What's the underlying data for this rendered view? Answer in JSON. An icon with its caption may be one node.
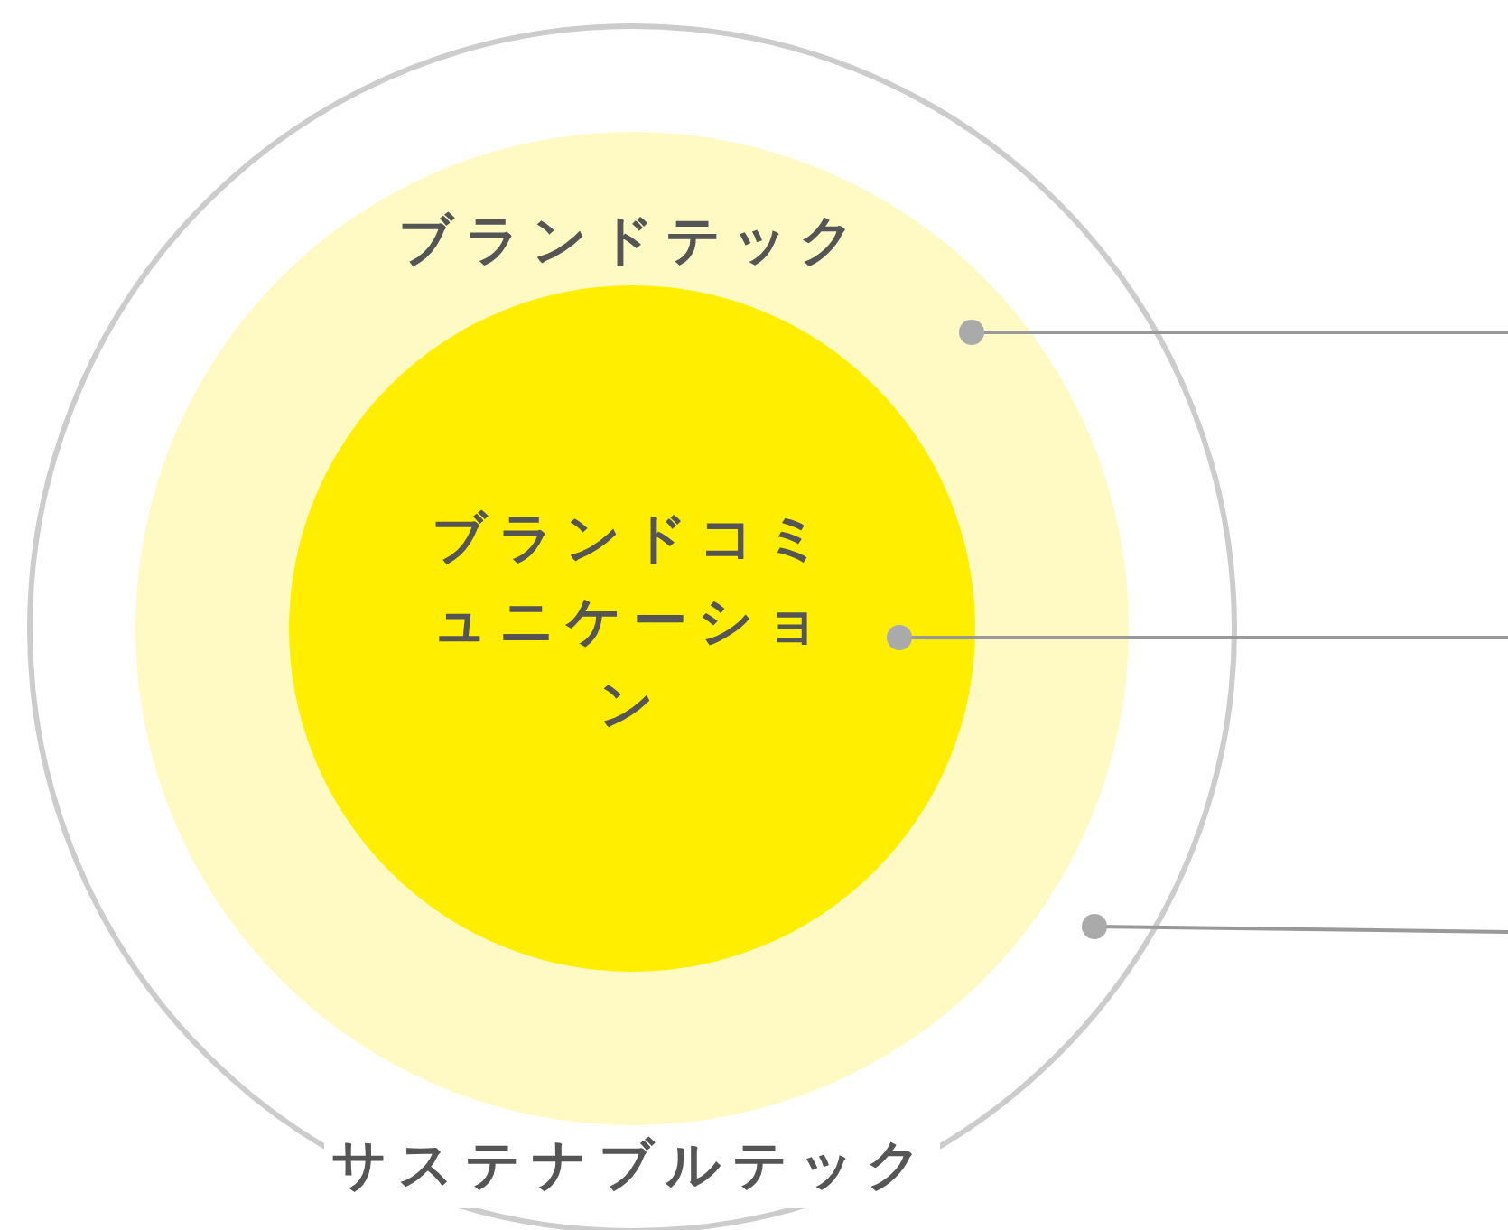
{
  "diagram": {
    "nodes": [
      {
        "text": [
          "サステナブルテック"
        ]
      },
      {
        "text": [
          "ブランドテック"
        ],
        "in": 0
      },
      {
        "text": [
          "ブランドコミュニケーション"
        ],
        "in": 1
      }
    ],
    "edges": [
      {
        "from": 1,
        "to": null,
        "arrow": "other"
      },
      {
        "from": 2,
        "to": null,
        "arrow": "other"
      },
      {
        "from": 0,
        "to": null,
        "arrow": "other"
      }
    ]
  }
}
